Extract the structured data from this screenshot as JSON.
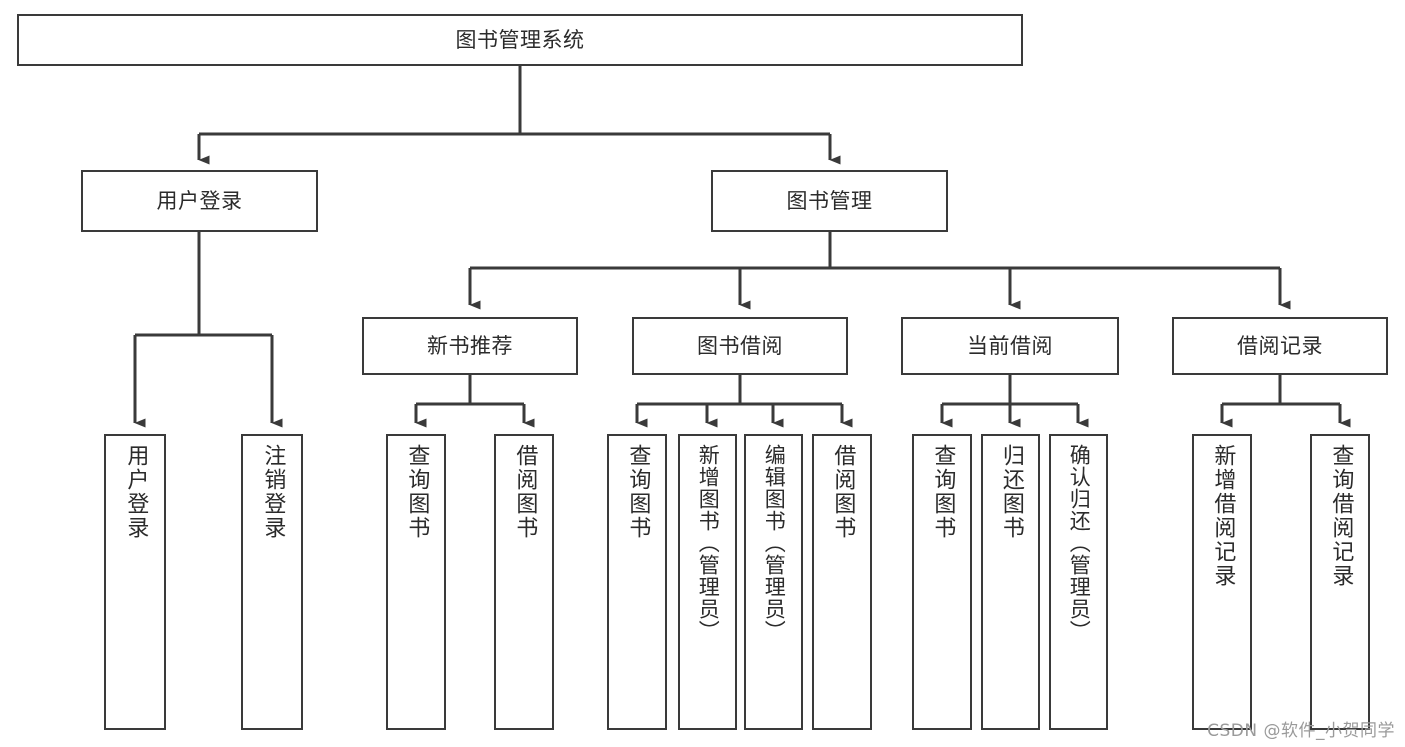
{
  "diagram": {
    "type": "tree-hierarchy",
    "title": "图书管理系统",
    "watermark": "CSDN @软件_小贺同学",
    "colors": {
      "stroke": "#3a3a3a",
      "background": "#ffffff",
      "text": "#2b2b2b",
      "watermark": "#9a9a9a"
    },
    "nodes": {
      "root": {
        "label": "图书管理系统",
        "level": 0,
        "orientation": "horizontal"
      },
      "level1": [
        {
          "id": "user-login",
          "label": "用户登录",
          "orientation": "horizontal"
        },
        {
          "id": "book-management",
          "label": "图书管理",
          "orientation": "horizontal"
        }
      ],
      "level2": [
        {
          "id": "new-book-recommend",
          "label": "新书推荐",
          "orientation": "horizontal",
          "parent": "book-management"
        },
        {
          "id": "book-borrow",
          "label": "图书借阅",
          "orientation": "horizontal",
          "parent": "book-management"
        },
        {
          "id": "current-borrow",
          "label": "当前借阅",
          "orientation": "horizontal",
          "parent": "book-management"
        },
        {
          "id": "borrow-record",
          "label": "借阅记录",
          "orientation": "horizontal",
          "parent": "book-management"
        }
      ],
      "leaves": [
        {
          "id": "leaf-user-login",
          "label": "用户登录",
          "orientation": "vertical",
          "parent": "user-login"
        },
        {
          "id": "leaf-logout-login",
          "label": "注销登录",
          "orientation": "vertical",
          "parent": "user-login"
        },
        {
          "id": "leaf-query-book-1",
          "label": "查询图书",
          "orientation": "vertical",
          "parent": "new-book-recommend"
        },
        {
          "id": "leaf-borrow-book-1",
          "label": "借阅图书",
          "orientation": "vertical",
          "parent": "new-book-recommend"
        },
        {
          "id": "leaf-query-book-2",
          "label": "查询图书",
          "orientation": "vertical",
          "parent": "book-borrow"
        },
        {
          "id": "leaf-add-book",
          "label": "新增图书（管理员）",
          "orientation": "vertical",
          "parent": "book-borrow"
        },
        {
          "id": "leaf-edit-book",
          "label": "编辑图书（管理员）",
          "orientation": "vertical",
          "parent": "book-borrow"
        },
        {
          "id": "leaf-borrow-book-2",
          "label": "借阅图书",
          "orientation": "vertical",
          "parent": "book-borrow"
        },
        {
          "id": "leaf-query-book-3",
          "label": "查询图书",
          "orientation": "vertical",
          "parent": "current-borrow"
        },
        {
          "id": "leaf-return-book",
          "label": "归还图书",
          "orientation": "vertical",
          "parent": "current-borrow"
        },
        {
          "id": "leaf-confirm-return",
          "label": "确认归还（管理员）",
          "orientation": "vertical",
          "parent": "current-borrow"
        },
        {
          "id": "leaf-add-record",
          "label": "新增借阅记录",
          "orientation": "vertical",
          "parent": "borrow-record"
        },
        {
          "id": "leaf-query-record",
          "label": "查询借阅记录",
          "orientation": "vertical",
          "parent": "borrow-record"
        }
      ]
    }
  }
}
